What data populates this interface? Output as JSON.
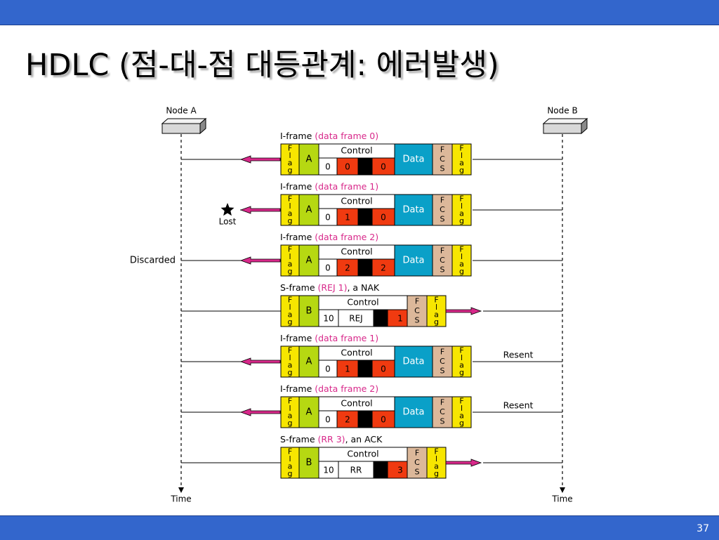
{
  "slide": {
    "title": "HDLC (점-대-점 대등관계: 에러발생)",
    "page_number": "37"
  },
  "diagram": {
    "node_a": "Node A",
    "node_b": "Node B",
    "time_label": "Time",
    "colors": {
      "flag": "#f7e600",
      "address": "#b6d812",
      "data": "#0aa0c8",
      "fcs": "#dcb89a",
      "number_box": "#f03a10",
      "separator": "#000000",
      "caption_highlight": "#d8288a",
      "arrow": "#d8288a"
    },
    "labels": {
      "flag_letters": [
        "F",
        "l",
        "a",
        "g"
      ],
      "fcs_letters": [
        "F",
        "C",
        "S"
      ],
      "control": "Control",
      "data": "Data"
    },
    "frames": [
      {
        "kind": "I",
        "caption_prefix": "I-frame ",
        "caption_highlight": "(data frame 0)",
        "caption_suffix": "",
        "address": "A",
        "bits": "0",
        "first": "0",
        "last": "0",
        "direction": "to-A",
        "side_note": ""
      },
      {
        "kind": "I",
        "caption_prefix": "I-frame ",
        "caption_highlight": "(data frame 1)",
        "caption_suffix": "",
        "address": "A",
        "bits": "0",
        "first": "1",
        "last": "0",
        "direction": "to-A",
        "side_note": "Lost"
      },
      {
        "kind": "I",
        "caption_prefix": "I-frame ",
        "caption_highlight": "(data frame 2)",
        "caption_suffix": "",
        "address": "A",
        "bits": "0",
        "first": "2",
        "last": "2",
        "direction": "to-A",
        "side_note": "Discarded"
      },
      {
        "kind": "S",
        "caption_prefix": "S-frame ",
        "caption_highlight": "(REJ 1)",
        "caption_suffix": ", a NAK",
        "address": "B",
        "bits": "10",
        "first": "REJ",
        "last": "1",
        "direction": "to-B",
        "side_note": ""
      },
      {
        "kind": "I",
        "caption_prefix": "I-frame ",
        "caption_highlight": "(data frame 1)",
        "caption_suffix": "",
        "address": "A",
        "bits": "0",
        "first": "1",
        "last": "0",
        "direction": "to-A",
        "side_note": "Resent"
      },
      {
        "kind": "I",
        "caption_prefix": "I-frame ",
        "caption_highlight": "(data frame 2)",
        "caption_suffix": "",
        "address": "A",
        "bits": "0",
        "first": "2",
        "last": "0",
        "direction": "to-A",
        "side_note": "Resent"
      },
      {
        "kind": "S",
        "caption_prefix": "S-frame ",
        "caption_highlight": "(RR 3)",
        "caption_suffix": ", an ACK",
        "address": "B",
        "bits": "10",
        "first": "RR",
        "last": "3",
        "direction": "to-B",
        "side_note": ""
      }
    ]
  }
}
